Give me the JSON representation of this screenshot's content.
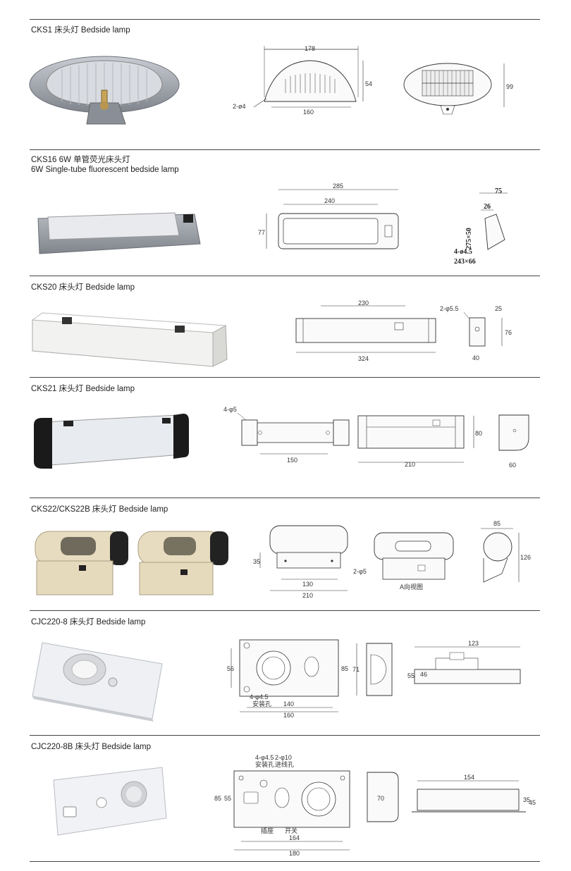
{
  "sections": [
    {
      "title": "CKS1 床头灯 Bedside lamp",
      "dims": {
        "width_top": "178",
        "width_bottom": "160",
        "height": "54",
        "holes": "2-ø4",
        "side_h": "99"
      }
    },
    {
      "title": "CKS16 6W 单管荧光床头灯",
      "subtitle": "6W Single-tube fluorescent bedside lamp",
      "dims": {
        "outer": "285",
        "inner": "240",
        "height": "77",
        "d75": "75",
        "d26": "26",
        "cut": "275×50",
        "holes": "4-ø4.5",
        "box": "243×66"
      }
    },
    {
      "title": "CKS20 床头灯 Bedside lamp",
      "dims": {
        "inner": "230",
        "outer": "324",
        "holes": "2-φ5.5",
        "d25": "25",
        "d76": "76",
        "d40": "40"
      }
    },
    {
      "title": "CKS21 床头灯 Bedside lamp",
      "dims": {
        "holes": "4-φ5",
        "d150": "150",
        "d210": "210",
        "d80": "80",
        "d60": "60"
      }
    },
    {
      "title": "CKS22/CKS22B 床头灯 Bedside lamp",
      "dims": {
        "d35": "35",
        "d130": "130",
        "d210": "210",
        "holes": "2-φ5",
        "view": "A向视图",
        "d85": "85",
        "d126": "126"
      }
    },
    {
      "title": "CJC220-8 床头灯 Bedside lamp",
      "dims": {
        "d56": "56",
        "holes": "4-φ4.5",
        "holes_cn": "安装孔",
        "d140": "140",
        "d160": "160",
        "d85": "85",
        "d71": "71",
        "d123": "123",
        "d55": "55",
        "d46": "46"
      }
    },
    {
      "title": "CJC220-8B 床头灯 Bedside lamp",
      "dims": {
        "holes": "4-φ4.5",
        "holes_cn": "安装孔",
        "wire": "2-φ10",
        "wire_cn": "进线孔",
        "d85": "85",
        "d55": "55",
        "socket": "插座",
        "switch": "开关",
        "d164": "164",
        "d180": "180",
        "d70": "70",
        "d154": "154",
        "d35": "35",
        "d45": "45"
      }
    }
  ]
}
